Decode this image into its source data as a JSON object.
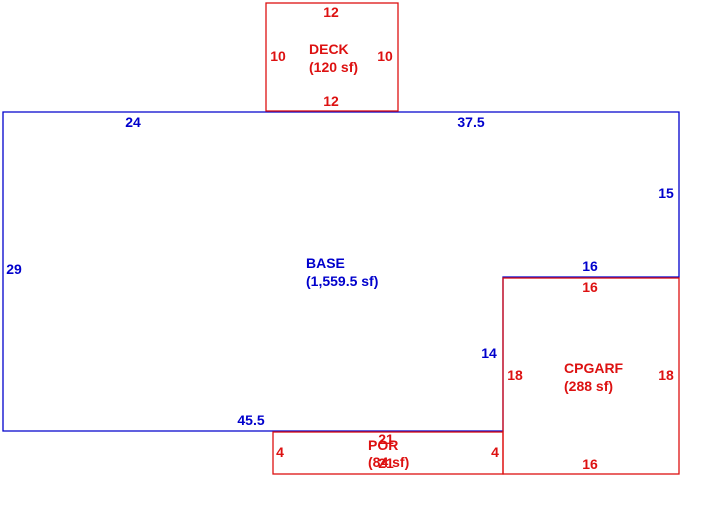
{
  "colors": {
    "base": "#0000cc",
    "addon": "#dd1111"
  },
  "areas": {
    "deck": {
      "name": "DECK",
      "area": "(120 sf)",
      "dims": {
        "top": "12",
        "bottom": "12",
        "left": "10",
        "right": "10"
      }
    },
    "base": {
      "name": "BASE",
      "area": "(1,559.5 sf)",
      "dims": {
        "top_left": "24",
        "top_right": "37.5",
        "right": "15",
        "step_top": "16",
        "step_side": "14",
        "left": "29",
        "bottom": "45.5"
      }
    },
    "cpgarf": {
      "name": "CPGARF",
      "area": "(288 sf)",
      "dims": {
        "top": "16",
        "bottom": "16",
        "left": "18",
        "right": "18"
      }
    },
    "por": {
      "name": "POR",
      "area": "(84 sf)",
      "dims": {
        "top": "21",
        "bottom": "21",
        "left": "4",
        "right": "4"
      }
    }
  }
}
